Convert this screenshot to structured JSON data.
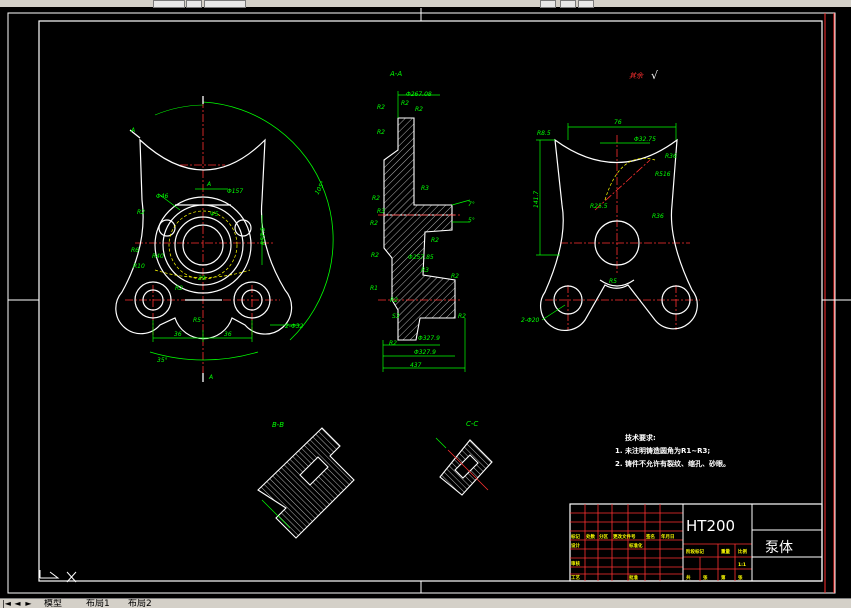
{
  "titleblock": {
    "material": "HT200",
    "part_name": "泵体",
    "cells": {
      "r1": [
        "标记",
        "处数",
        "分区",
        "更改文件号",
        "签名",
        "年月日"
      ],
      "r2": [
        "设计",
        "标准化",
        "阶段标记",
        "重量",
        "比例"
      ],
      "r3": [
        "审核",
        "工艺",
        "批准",
        "共",
        "张",
        "第",
        "张"
      ],
      "scale": "1:1"
    }
  },
  "labels": {
    "section_aa": "A-A",
    "section_bb": "B-B",
    "section_cc": "C-C",
    "cut_a_top": "A",
    "cut_a_bottom": "A",
    "cut_a_mid": "A",
    "surface_note": "其余",
    "surface_check": "√",
    "tech_title": "技术要求:",
    "tech_line1": "1. 未注明铸造圆角为R1~R3;",
    "tech_line2": "2. 铸件不允许有裂纹、缩孔、砂眼。"
  },
  "dims": {
    "front": [
      "R2",
      "R6",
      "R10",
      "R40",
      "Φ46",
      "Φ157",
      "R2",
      "2-Φ32",
      "36",
      "36",
      "35°",
      "Ψ5",
      "R5",
      "R57.5",
      "29",
      "105°"
    ],
    "section": [
      "R2",
      "R2",
      "R2",
      "R2",
      "R2",
      "R2",
      "Φ267.08",
      "R3",
      "R3",
      "R2",
      "R2",
      "R3",
      "R2",
      "Φ257.85",
      "R1",
      "R2",
      "R2",
      "S3",
      "Φ327.9",
      "Φ327.9",
      "437",
      "7°",
      "5°",
      "R2"
    ],
    "right": [
      "R8.5",
      "76",
      "Φ32.75",
      "R36",
      "R516",
      "R25.5",
      "R36",
      "141.7",
      "2-Φ20",
      "R5"
    ]
  },
  "status": {
    "tabs": [
      "模型",
      "布局1",
      "布局2"
    ]
  }
}
